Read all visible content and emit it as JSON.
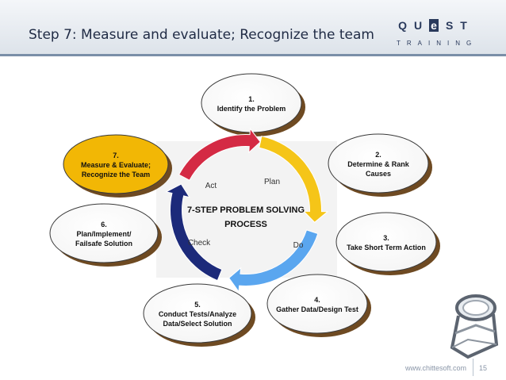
{
  "header": {
    "title": "Step 7: Measure and evaluate; Recognize the team"
  },
  "logo": {
    "top_left": "QU",
    "top_e": "e",
    "top_right": "ST",
    "bottom": "TRAINING"
  },
  "diagram": {
    "center_title": [
      "7-STEP PROBLEM SOLVING",
      "PROCESS"
    ],
    "cycle_labels": [
      "Plan",
      "Do",
      "Check",
      "Act"
    ],
    "steps": [
      {
        "number": "1.",
        "lines": [
          "Identify the Problem"
        ]
      },
      {
        "number": "2.",
        "lines": [
          "Determine & Rank",
          "Causes"
        ]
      },
      {
        "number": "3.",
        "lines": [
          "Take Short Term Action"
        ]
      },
      {
        "number": "4.",
        "lines": [
          "Gather Data/Design Test"
        ]
      },
      {
        "number": "5.",
        "lines": [
          "Conduct Tests/Analyze",
          "Data/Select Solution"
        ]
      },
      {
        "number": "6.",
        "lines": [
          "Plan/Implement/",
          "Failsafe Solution"
        ]
      },
      {
        "number": "7.",
        "lines": [
          "Measure & Evaluate;",
          "Recognize the Team"
        ]
      }
    ],
    "colors": {
      "highlight": "#f2b705",
      "act": "#d42a44",
      "plan": "#f5c518",
      "do": "#5aa6ef",
      "check": "#1c2a7a"
    }
  },
  "footer": {
    "url": "www.chittesoft.com",
    "page": "15"
  }
}
